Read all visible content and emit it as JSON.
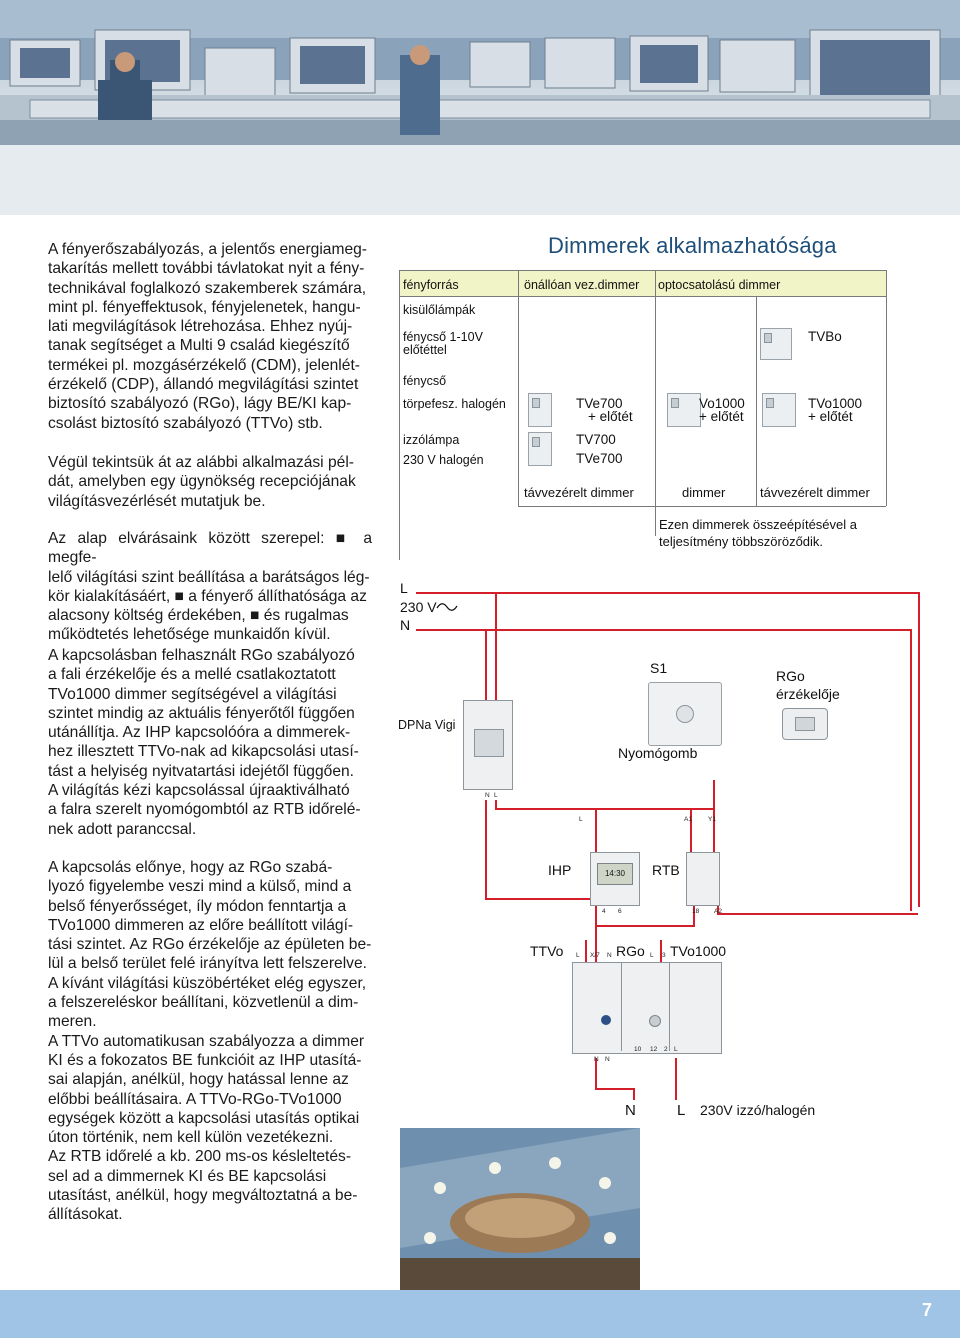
{
  "left_text": {
    "p1": [
      "A fényerőszabályozás, a jelentős energiameg-",
      "takarítás mellett további távlatokat nyit a fény-",
      "technikával foglalkozó szakemberek számára,",
      "mint pl. fényeffektusok, fényjelenetek, hangu-",
      "lati megvilágítások létrehozása. Ehhez nyúj-",
      "tanak segítséget a Multi 9 család kiegészítő",
      "termékei pl. mozgásérzékelő (CDM), jelenlét-",
      "érzékelő (CDP), állandó megvilágítási szintet",
      "biztosító szabályozó (RGo), lágy BE/KI kap-",
      "csolást biztosító szabályozó (TTVo) stb."
    ],
    "p2": [
      "Végül tekintsük át az alábbi alkalmazási pél-",
      "dát, amelyben egy ügynökség recepciójának",
      "világításvezérlését mutatjuk be."
    ],
    "p3": [
      "Az alap elvárásaink között szerepel: ■ a megfe-",
      "lelő világítási szint beállítása a barátságos lég-",
      "kör kialakításáért, ■ a fényerő állíthatósága az",
      "alacsony költség érdekében, ■ és rugalmas",
      "működtetés lehetősége munkaidőn kívül."
    ],
    "p4": [
      "A kapcsolásban felhasznált RGo szabályozó",
      "a fali érzékelője és a mellé csatlakoztatott",
      "TVo1000 dimmer segítségével a világítási",
      "szintet mindig az aktuális fényerőtől függően",
      "utánállítja. Az IHP kapcsolóóra a dimmerek-",
      "hez illesztett TTVo-nak ad kikapcsolási utasí-",
      "tást a helyiség nyitvatartási idejétől függően.",
      "A világítás kézi kapcsolással újraaktiválható",
      "a falra szerelt nyomógombtól az RTB időrelé-",
      "nek adott paranccsal."
    ],
    "p5": [
      "A kapcsolás előnye, hogy az RGo szabá-",
      "lyozó figyelembe veszi mind a külső, mind a",
      "belső fényerősséget, íly módon fenntartja a",
      "TVo1000 dimmeren az előre beállított világí-",
      "tási szintet. Az RGo érzékelője az épületen be-",
      "lül a belső terület felé irányítva lett felszerelve.",
      "A kívánt világítási küszöbértéket elég egyszer,",
      "a felszereléskor beállítani, közvetlenül a dim-",
      "meren.",
      "A TTVo automatikusan szabályozza a dimmer",
      "KI és a fokozatos BE funkcióit az IHP utasítá-",
      "sai alapján, anélkül, hogy hatással lenne az",
      "előbbi beállításaira. A TTVo-RGo-TVo1000",
      "egységek között a kapcsolási utasítás optikai",
      "úton történik, nem kell külön vezetékezni.",
      "Az RTB időrelé a kb. 200 ms-os késleltetés-",
      "sel ad a dimmernek KI és BE kapcsolási",
      "utasítást, anélkül, hogy megváltoztatná a be-",
      "állításokat."
    ]
  },
  "table": {
    "title": "Dimmerek alkalmazhatósága",
    "header_col1": "fényforrás",
    "header_col2": "önállóan vez.dimmer",
    "header_col3": "optocsatolású dimmer",
    "rows": {
      "r1": "kisülőlámpák",
      "r2a": "fénycső 1-10V",
      "r2b": "előtéttel",
      "r3": "fénycső",
      "r4": "törpefesz. halogén",
      "r5": "izzólámpa",
      "r6": "230 V halogén"
    },
    "cells": {
      "tvbo": "TVBo",
      "tve700": "TVe700",
      "tve700_elotet": "+ előtét",
      "vo1000": "Vo1000",
      "vo1000_elotet": "+ előtét",
      "tvo1000": "TVo1000",
      "tvo1000_elotet": "+ előtét",
      "tv700": "TV700",
      "tve700b": "TVe700"
    },
    "footer": {
      "f1": "távvezérelt dimmer",
      "f2": "dimmer",
      "f3": "távvezérelt dimmer"
    },
    "note_line1": "Ezen dimmerek összeépítésével a",
    "note_line2": "teljesítmény többszöröződik."
  },
  "diagram": {
    "L": "L",
    "v230": "230 V",
    "N": "N",
    "dpna": "DPNa Vigi",
    "s1": "S1",
    "nyomogomb": "Nyomógomb",
    "rgo_sensor_1": "RGo",
    "rgo_sensor_2": "érzékelője",
    "ihp": "IHP",
    "rtb": "RTB",
    "ttvo": "TTVo",
    "rgo": "RGo",
    "tvo1000": "TVo1000",
    "ihp_time": "14:30",
    "bottom_n": "N",
    "bottom_l": "L",
    "bottom_label": "230V izzó/halogén",
    "terminals": {
      "dp_n": "N",
      "dp_l": "L",
      "ihp_l": "L",
      "ihp_4": "4",
      "ihp_6": "6",
      "rtb_a1": "A1",
      "rtb_y1": "Y1",
      "rtb_18": "18",
      "rtb_a2": "A2",
      "x_l": "L",
      "x_x7": "X/7",
      "x_n1": "N",
      "x_l2": "L",
      "x_3": "3",
      "b_n1": "N",
      "b_n2": "N",
      "b_10": "10",
      "b_12": "12",
      "b_2": "2",
      "b_l": "L"
    }
  },
  "page_number": "7",
  "colors": {
    "title": "#1f4f78",
    "wire": "#d41f2a",
    "table_header": "#f1f4c6",
    "footer": "#9fc4e6"
  }
}
